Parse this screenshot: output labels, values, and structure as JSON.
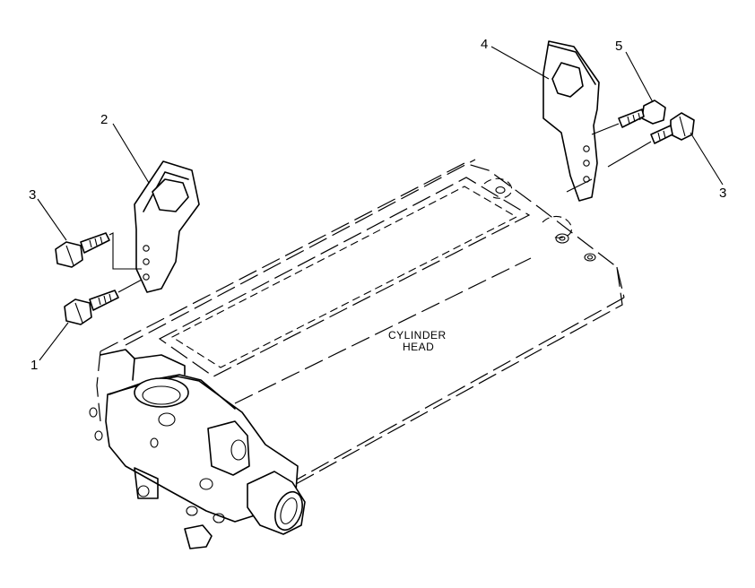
{
  "callouts": {
    "c1": "1",
    "c2": "2",
    "c3_left": "3",
    "c3_right": "3",
    "c4": "4",
    "c5": "5"
  },
  "label": {
    "line1": "CYLINDER",
    "line2": "HEAD"
  },
  "colors": {
    "ink": "#000000",
    "paper": "#ffffff"
  }
}
